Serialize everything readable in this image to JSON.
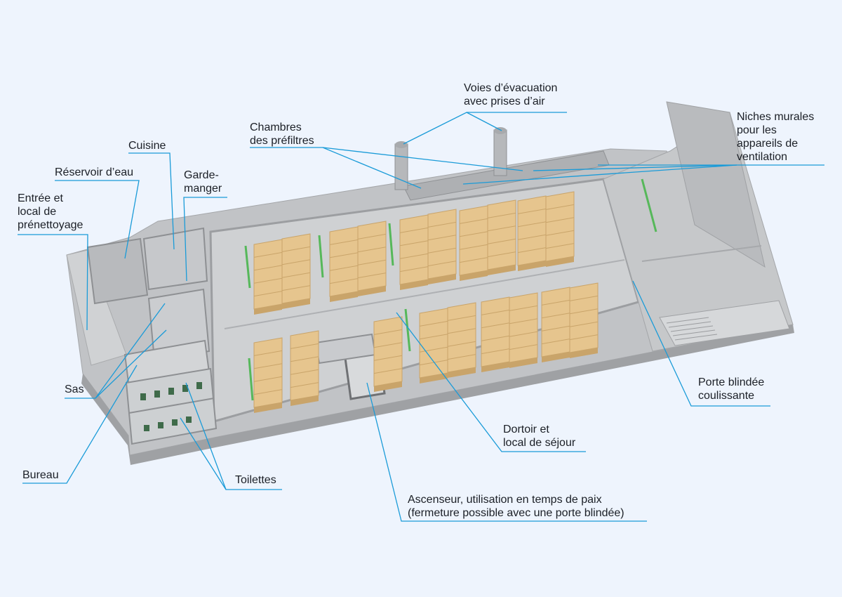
{
  "diagram": {
    "labels": {
      "voies_evacuation": "Voies d’évacuation\navec prises d’air",
      "niches_murales": "Niches murales\npour les\nappareils de\nventilation",
      "chambres_prefiltres": "Chambres\ndes préfiltres",
      "cuisine": "Cuisine",
      "reservoir_eau": "Réservoir d’eau",
      "garde_manger": "Garde-\nmanger",
      "entree_local": "Entrée et\nlocal de\nprénettoyage",
      "porte_blindee": "Porte blindée\ncoulissante",
      "sas": "Sas",
      "dortoir": "Dortoir et\nlocal de séjour",
      "bureau": "Bureau",
      "toilettes": "Toilettes",
      "ascenseur": "Ascenseur, utilisation en temps de paix\n(fermeture possible avec une porte blindée)"
    },
    "colors": {
      "background": "#eef4fd",
      "leader_line": "#1a9bd8",
      "floor": "#c4c6c8",
      "wall": "#b3b5b8",
      "bunk": "#e6c58e",
      "bunk_shade": "#c9a46a",
      "accent_green": "#56b85a"
    }
  }
}
